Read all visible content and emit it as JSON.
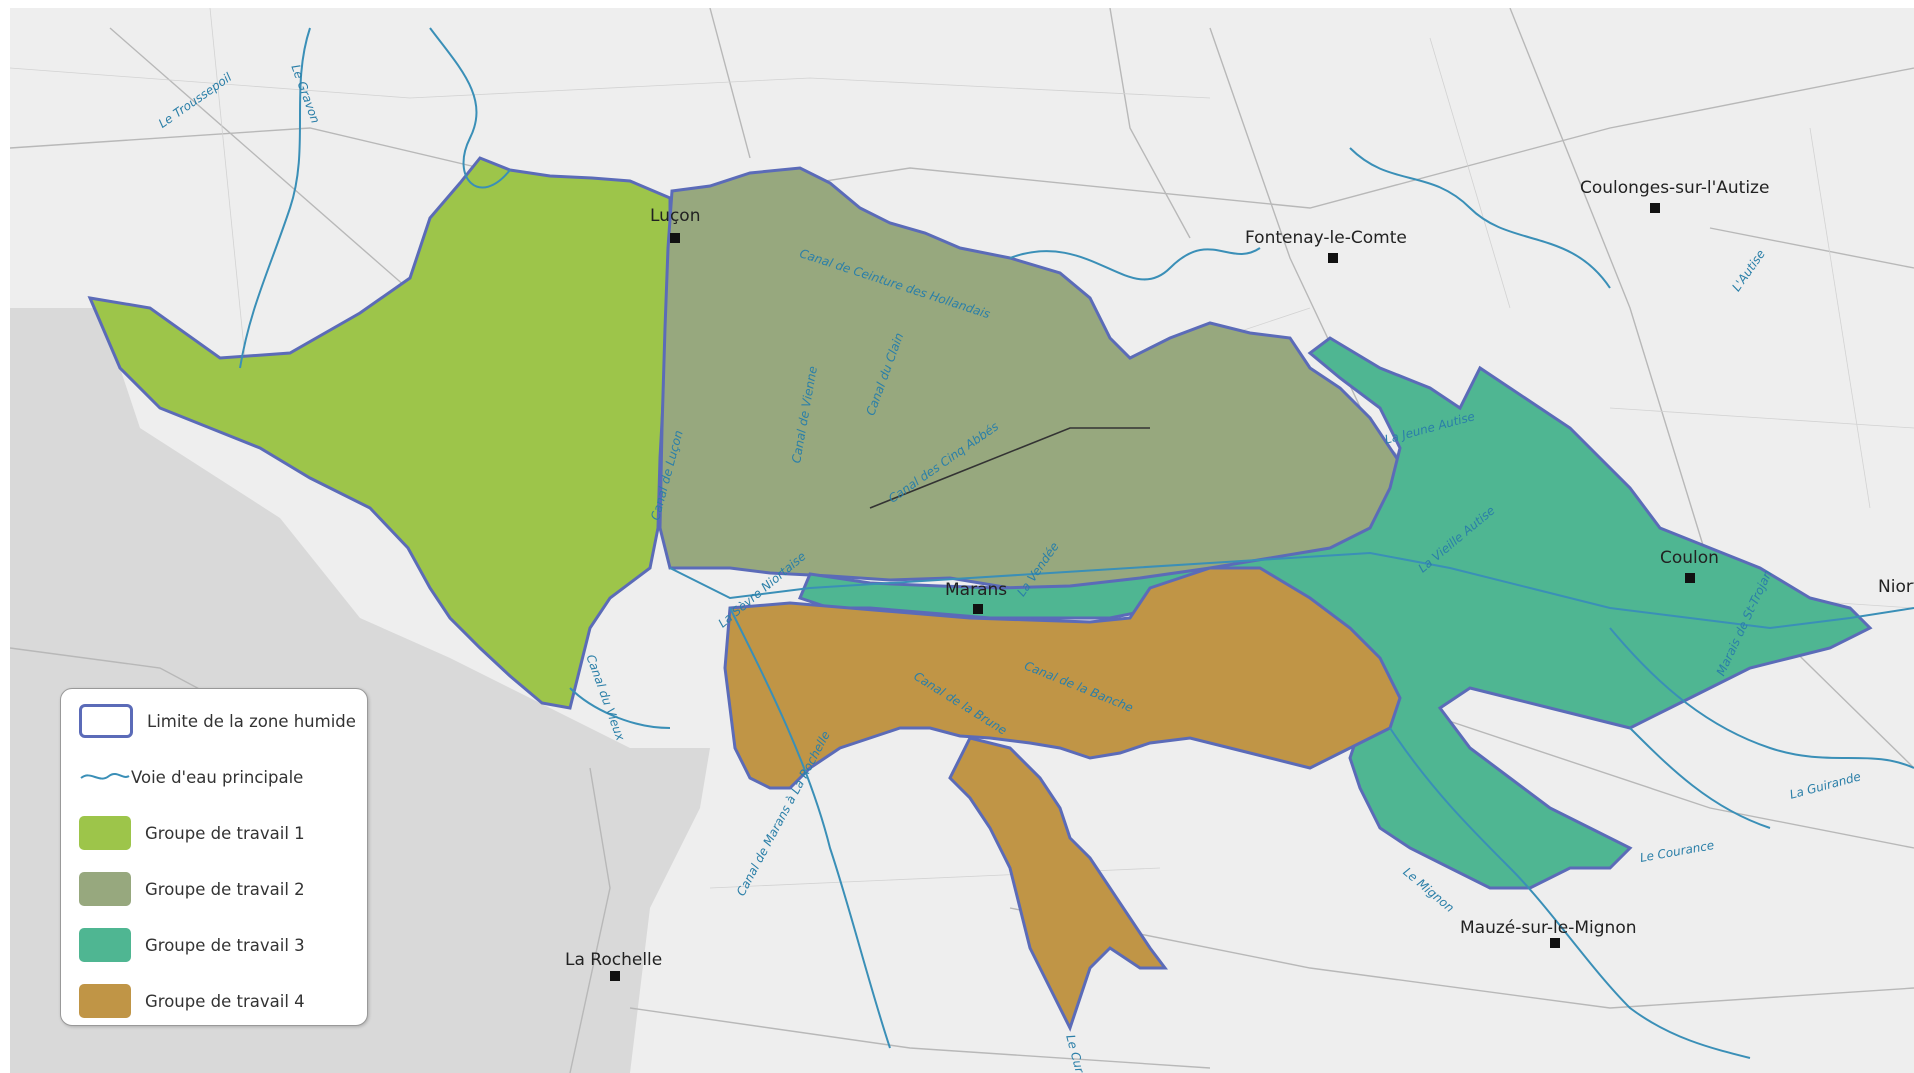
{
  "legend": {
    "items": [
      {
        "key": "boundary",
        "label": "Limite de la zone humide",
        "kind": "outline",
        "color": "#5b6bb8"
      },
      {
        "key": "waterway",
        "label": "Voie d'eau principale",
        "kind": "line",
        "color": "#3a8fb7"
      },
      {
        "key": "group1",
        "label": "Groupe de travail 1",
        "kind": "fill",
        "color": "#9dc54a"
      },
      {
        "key": "group2",
        "label": "Groupe de travail 2",
        "kind": "fill",
        "color": "#97a87e"
      },
      {
        "key": "group3",
        "label": "Groupe de travail 3",
        "kind": "fill",
        "color": "#4fb692"
      },
      {
        "key": "group4",
        "label": "Groupe de travail 4",
        "kind": "fill",
        "color": "#c09546"
      }
    ]
  },
  "towns": [
    {
      "name": "Luçon"
    },
    {
      "name": "Fontenay-le-Comte"
    },
    {
      "name": "Coulonges-sur-l'Autize"
    },
    {
      "name": "Coulon"
    },
    {
      "name": "Niort"
    },
    {
      "name": "Marans"
    },
    {
      "name": "Mauzé-sur-le-Mignon"
    },
    {
      "name": "La Rochelle"
    }
  ],
  "waterways": [
    {
      "name": "Canal de Ceinture des Hollandais"
    },
    {
      "name": "Canal de Luçon"
    },
    {
      "name": "Canal de Vienne"
    },
    {
      "name": "Canal du Clain"
    },
    {
      "name": "Canal des Cinq Abbés"
    },
    {
      "name": "La Jeune Autise"
    },
    {
      "name": "La Vieille Autise"
    },
    {
      "name": "La Vendée"
    },
    {
      "name": "La Sèvre Niortaise"
    },
    {
      "name": "Canal de la Brune"
    },
    {
      "name": "Canal de la Banche"
    },
    {
      "name": "Canal de Marans à La Rochelle"
    },
    {
      "name": "Le Mignon"
    },
    {
      "name": "La Guirande"
    },
    {
      "name": "Le Courance"
    },
    {
      "name": "Le Curé"
    },
    {
      "name": "Canal du Vieux"
    },
    {
      "name": "Le Gravon"
    },
    {
      "name": "Le Troussepoil"
    },
    {
      "name": "L'Autise"
    },
    {
      "name": "Marais de St-Trojan"
    }
  ]
}
